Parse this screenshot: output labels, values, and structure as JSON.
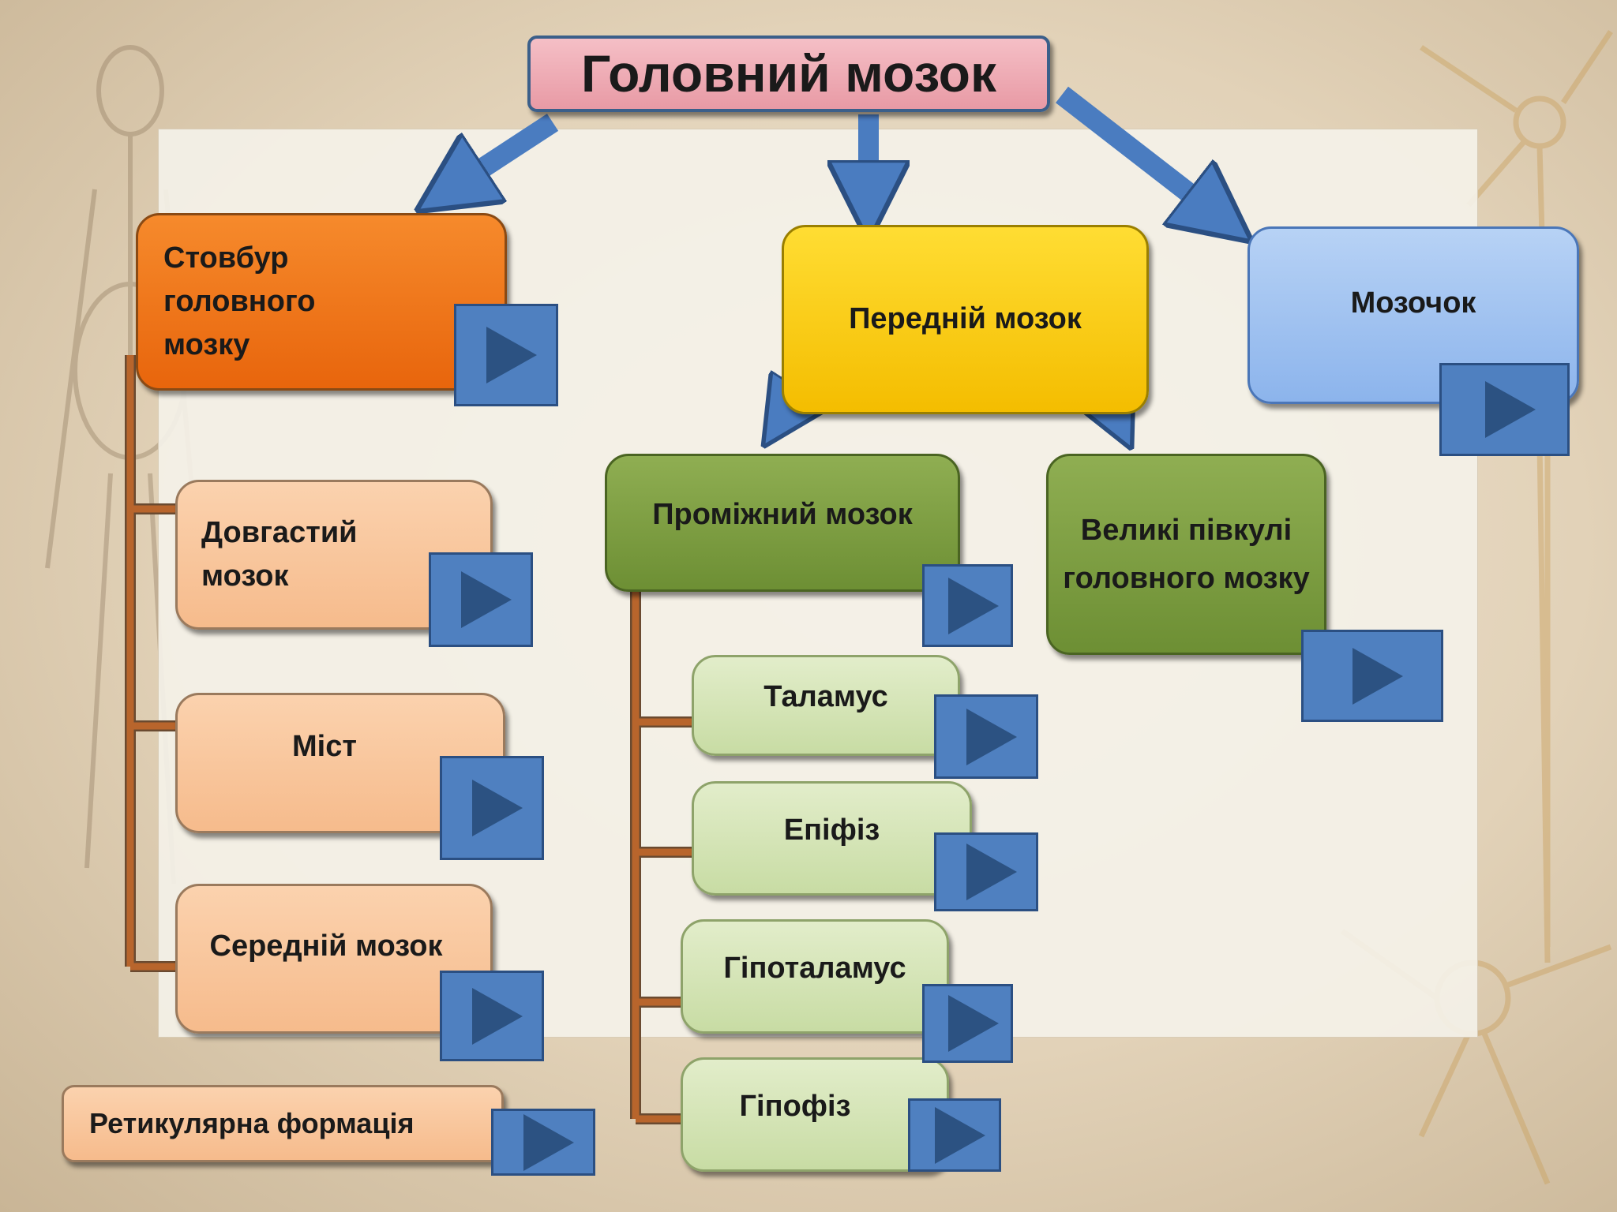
{
  "diagram": {
    "root": "Головний мозок",
    "brainstem": "Стовбур головного мозку",
    "forebrain": "Передній мозок",
    "cerebellum": "Мозочок",
    "medulla": "Довгастий мозок",
    "pons": "Міст",
    "midbrain": "Середній мозок",
    "reticular": "Ретикулярна формація",
    "diencephalon": "Проміжний мозок",
    "hemispheres": "Великі півкулі головного мозку",
    "thalamus": "Таламус",
    "epiphysis": "Епіфіз",
    "hypothalamus": "Гіпоталамус",
    "hypophysis": "Гіпофіз"
  },
  "colors": {
    "arrow": "#4a7cc0",
    "connector": "#b8652c",
    "play_button": "#4f80c0"
  },
  "icons": {
    "play": "play-triangle-icon"
  }
}
